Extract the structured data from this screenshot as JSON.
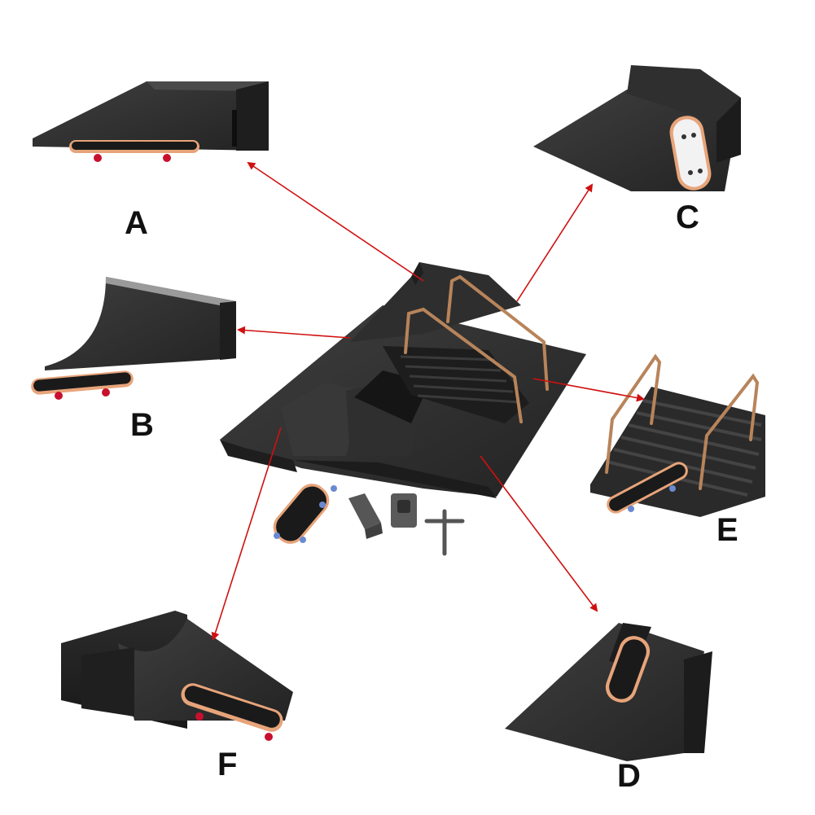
{
  "parts": [
    {
      "id": "A",
      "label": "A"
    },
    {
      "id": "B",
      "label": "B"
    },
    {
      "id": "C",
      "label": "C"
    },
    {
      "id": "D",
      "label": "D"
    },
    {
      "id": "E",
      "label": "E"
    },
    {
      "id": "F",
      "label": "F"
    }
  ],
  "colors": {
    "background": "#ffffff",
    "ramp_dark": "#2a2a2a",
    "ramp_mid": "#3a3a3a",
    "ramp_light": "#4a4a4a",
    "rail": "#b8845a",
    "deck_grip": "#1a1a1a",
    "deck_wood": "#e7a47a",
    "wheel": "#c8102e",
    "arrow": "#d01010",
    "label": "#111111"
  },
  "icons": [
    "fingerboard-deck",
    "tool-wrench",
    "rail-connector",
    "ramp-connector"
  ]
}
